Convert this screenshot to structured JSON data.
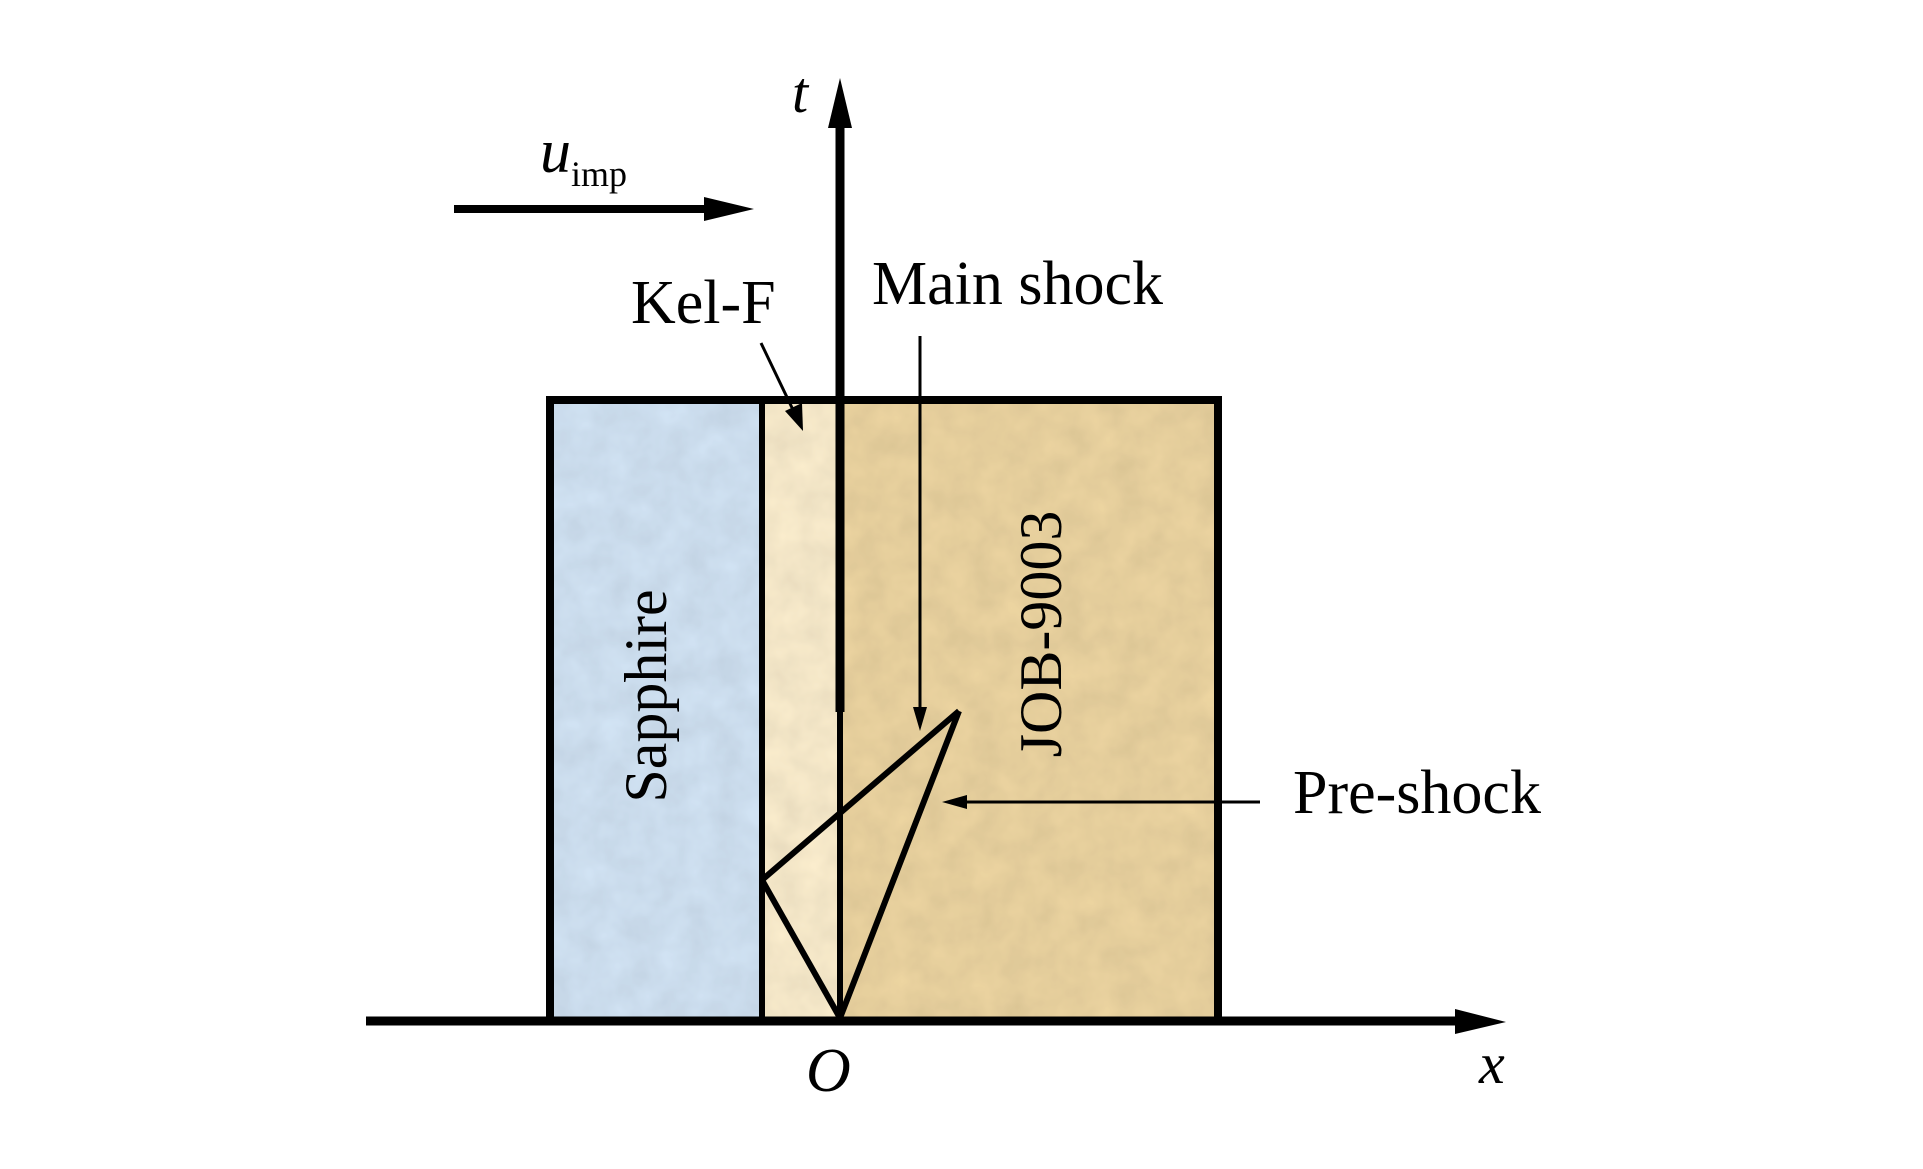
{
  "figure": {
    "type": "x-t wave diagram",
    "axes": {
      "x_label": "x",
      "t_label": "t",
      "origin_label": "O"
    },
    "impact": {
      "symbol": "u",
      "subscript": "imp",
      "direction": "right"
    },
    "materials": [
      {
        "name": "Sapphire",
        "color": "#d3e5f6",
        "orientation": "vertical"
      },
      {
        "name": "Kel-F",
        "color": "#fdefcf",
        "orientation": "horizontal"
      },
      {
        "name": "JOB-9003",
        "color": "#eed6a2",
        "orientation": "vertical"
      }
    ],
    "annotations": {
      "kelf_label": "Kel-F",
      "main_shock_label": "Main shock",
      "pre_shock_label": "Pre-shock"
    },
    "colors": {
      "line": "#000000",
      "background": "#ffffff"
    }
  }
}
